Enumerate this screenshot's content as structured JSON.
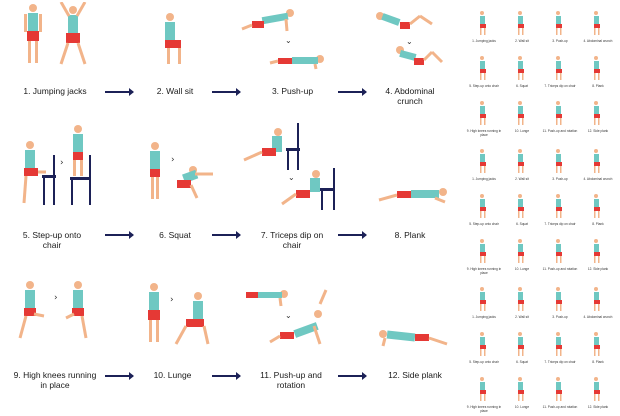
{
  "exercises": [
    {
      "label": "1. Jumping jacks"
    },
    {
      "label": "2. Wall sit"
    },
    {
      "label": "3. Push-up"
    },
    {
      "label": "4. Abdominal crunch"
    },
    {
      "label": "5. Step-up onto chair"
    },
    {
      "label": "6. Squat"
    },
    {
      "label": "7. Triceps dip on chair"
    },
    {
      "label": "8. Plank"
    },
    {
      "label": "9. High knees running in place"
    },
    {
      "label": "10. Lunge"
    },
    {
      "label": "11. Push-up and rotation"
    },
    {
      "label": "12. Side plank"
    }
  ],
  "colors": {
    "shirt": "#6fc8c2",
    "shorts": "#e53935",
    "skin": "#f2b48a",
    "hair": "#2b2b2b",
    "chair": "#1c2157",
    "floor": "#bfe6e3",
    "arrow": "#1c2157"
  }
}
